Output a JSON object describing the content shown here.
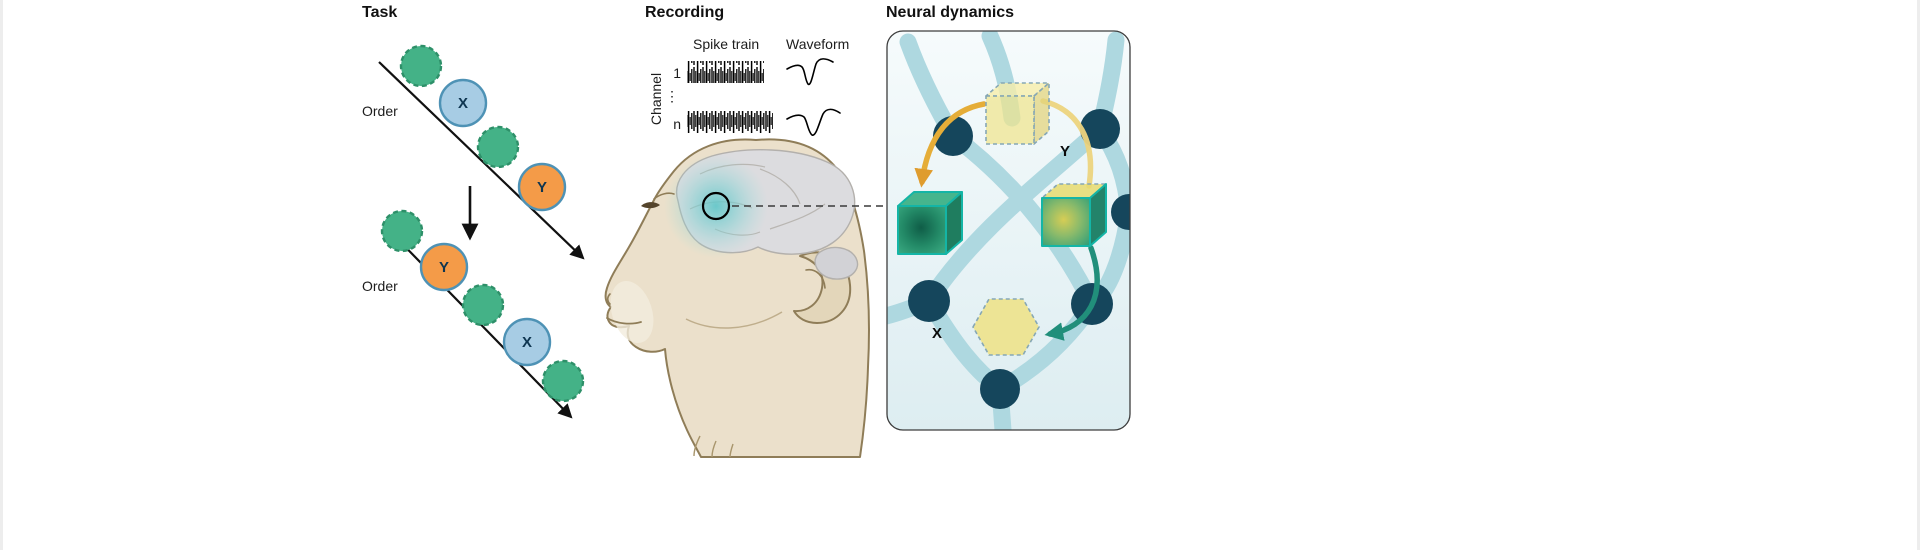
{
  "task": {
    "title": "Task",
    "order_label": "Order",
    "x_label": "X",
    "y_label": "Y"
  },
  "recording": {
    "title": "Recording",
    "spike_train_label": "Spike train",
    "waveform_label": "Waveform",
    "channel_axis_label": "Channel",
    "channel_first": "1",
    "channel_ellipsis": "⋮",
    "channel_last": "n"
  },
  "neural": {
    "title": "Neural dynamics",
    "y_label": "Y",
    "x_label": "X"
  },
  "colors": {
    "item_green": "#44b287",
    "item_green_border": "#2e9069",
    "item_blue": "#a7cce4",
    "item_blue_border": "#4e92b5",
    "item_orange": "#f49b48",
    "item_orange_border": "#4e92b5",
    "arrow_black": "#111111",
    "head_fill": "#ebe0cb",
    "head_outline": "#8f7d58",
    "brain_fill": "#dcdcdf",
    "recording_site_glow": "#5fc6c8",
    "panel_bg": "#ecf5f7",
    "network_node": "#15465c",
    "network_edge": "#aed8e0",
    "cube_yellow": "#eede7e",
    "cube_green": "#2f9e79",
    "cube_edge_teal": "#14b5a6",
    "arrow_yellow": "#e5ad38",
    "arrow_teal": "#218f7b"
  }
}
